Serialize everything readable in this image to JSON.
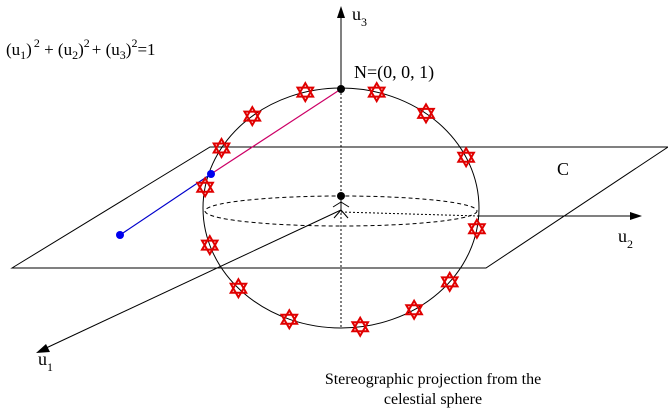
{
  "equation": {
    "part_u1": "(u",
    "sub1": "1",
    "close1": ")",
    "sup1": "2",
    "part_u2": " + (u",
    "sub2": "2",
    "close2": ")",
    "sup2": "2",
    "part_u3": "+ (u",
    "sub3": "3",
    "close3": ")",
    "sup3": "2",
    "tail": "=1"
  },
  "axes": {
    "u1": {
      "base": "u",
      "sub": "1"
    },
    "u2": {
      "base": "u",
      "sub": "2"
    },
    "u3": {
      "base": "u",
      "sub": "3"
    }
  },
  "north_label": "N=(0, 0, 1)",
  "plane_label": "C",
  "caption": {
    "line1": "Stereographic projection from the",
    "line2": "celestial sphere"
  },
  "colors": {
    "star": "#e00000",
    "projection_line": "#0000cc",
    "point": "#0000ee"
  },
  "star_count": 14
}
